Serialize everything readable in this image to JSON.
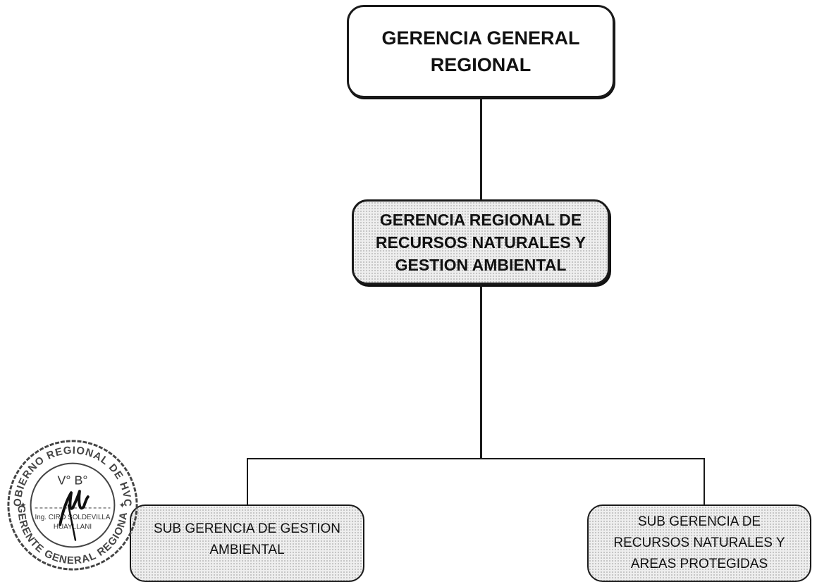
{
  "org_chart": {
    "top_unit": {
      "label": "GERENCIA GENERAL REGIONAL"
    },
    "middle_unit": {
      "label": "GERENCIA REGIONAL DE RECURSOS NATURALES Y GESTION AMBIENTAL"
    },
    "sub_units": [
      {
        "label": "SUB GERENCIA DE GESTION AMBIENTAL"
      },
      {
        "label": "SUB GERENCIA DE RECURSOS NATURALES Y AREAS PROTEGIDAS"
      }
    ]
  },
  "stamp": {
    "ring_text_top": "GOBIERNO REGIONAL DE HVCA",
    "ring_text_bottom": "GERENTE GENERAL REGIONAL",
    "approval_mark": "V° B°",
    "name_line_1": "Ing. CIRO SOLDEVILLA",
    "name_line_2": "HUAYLLANI"
  }
}
